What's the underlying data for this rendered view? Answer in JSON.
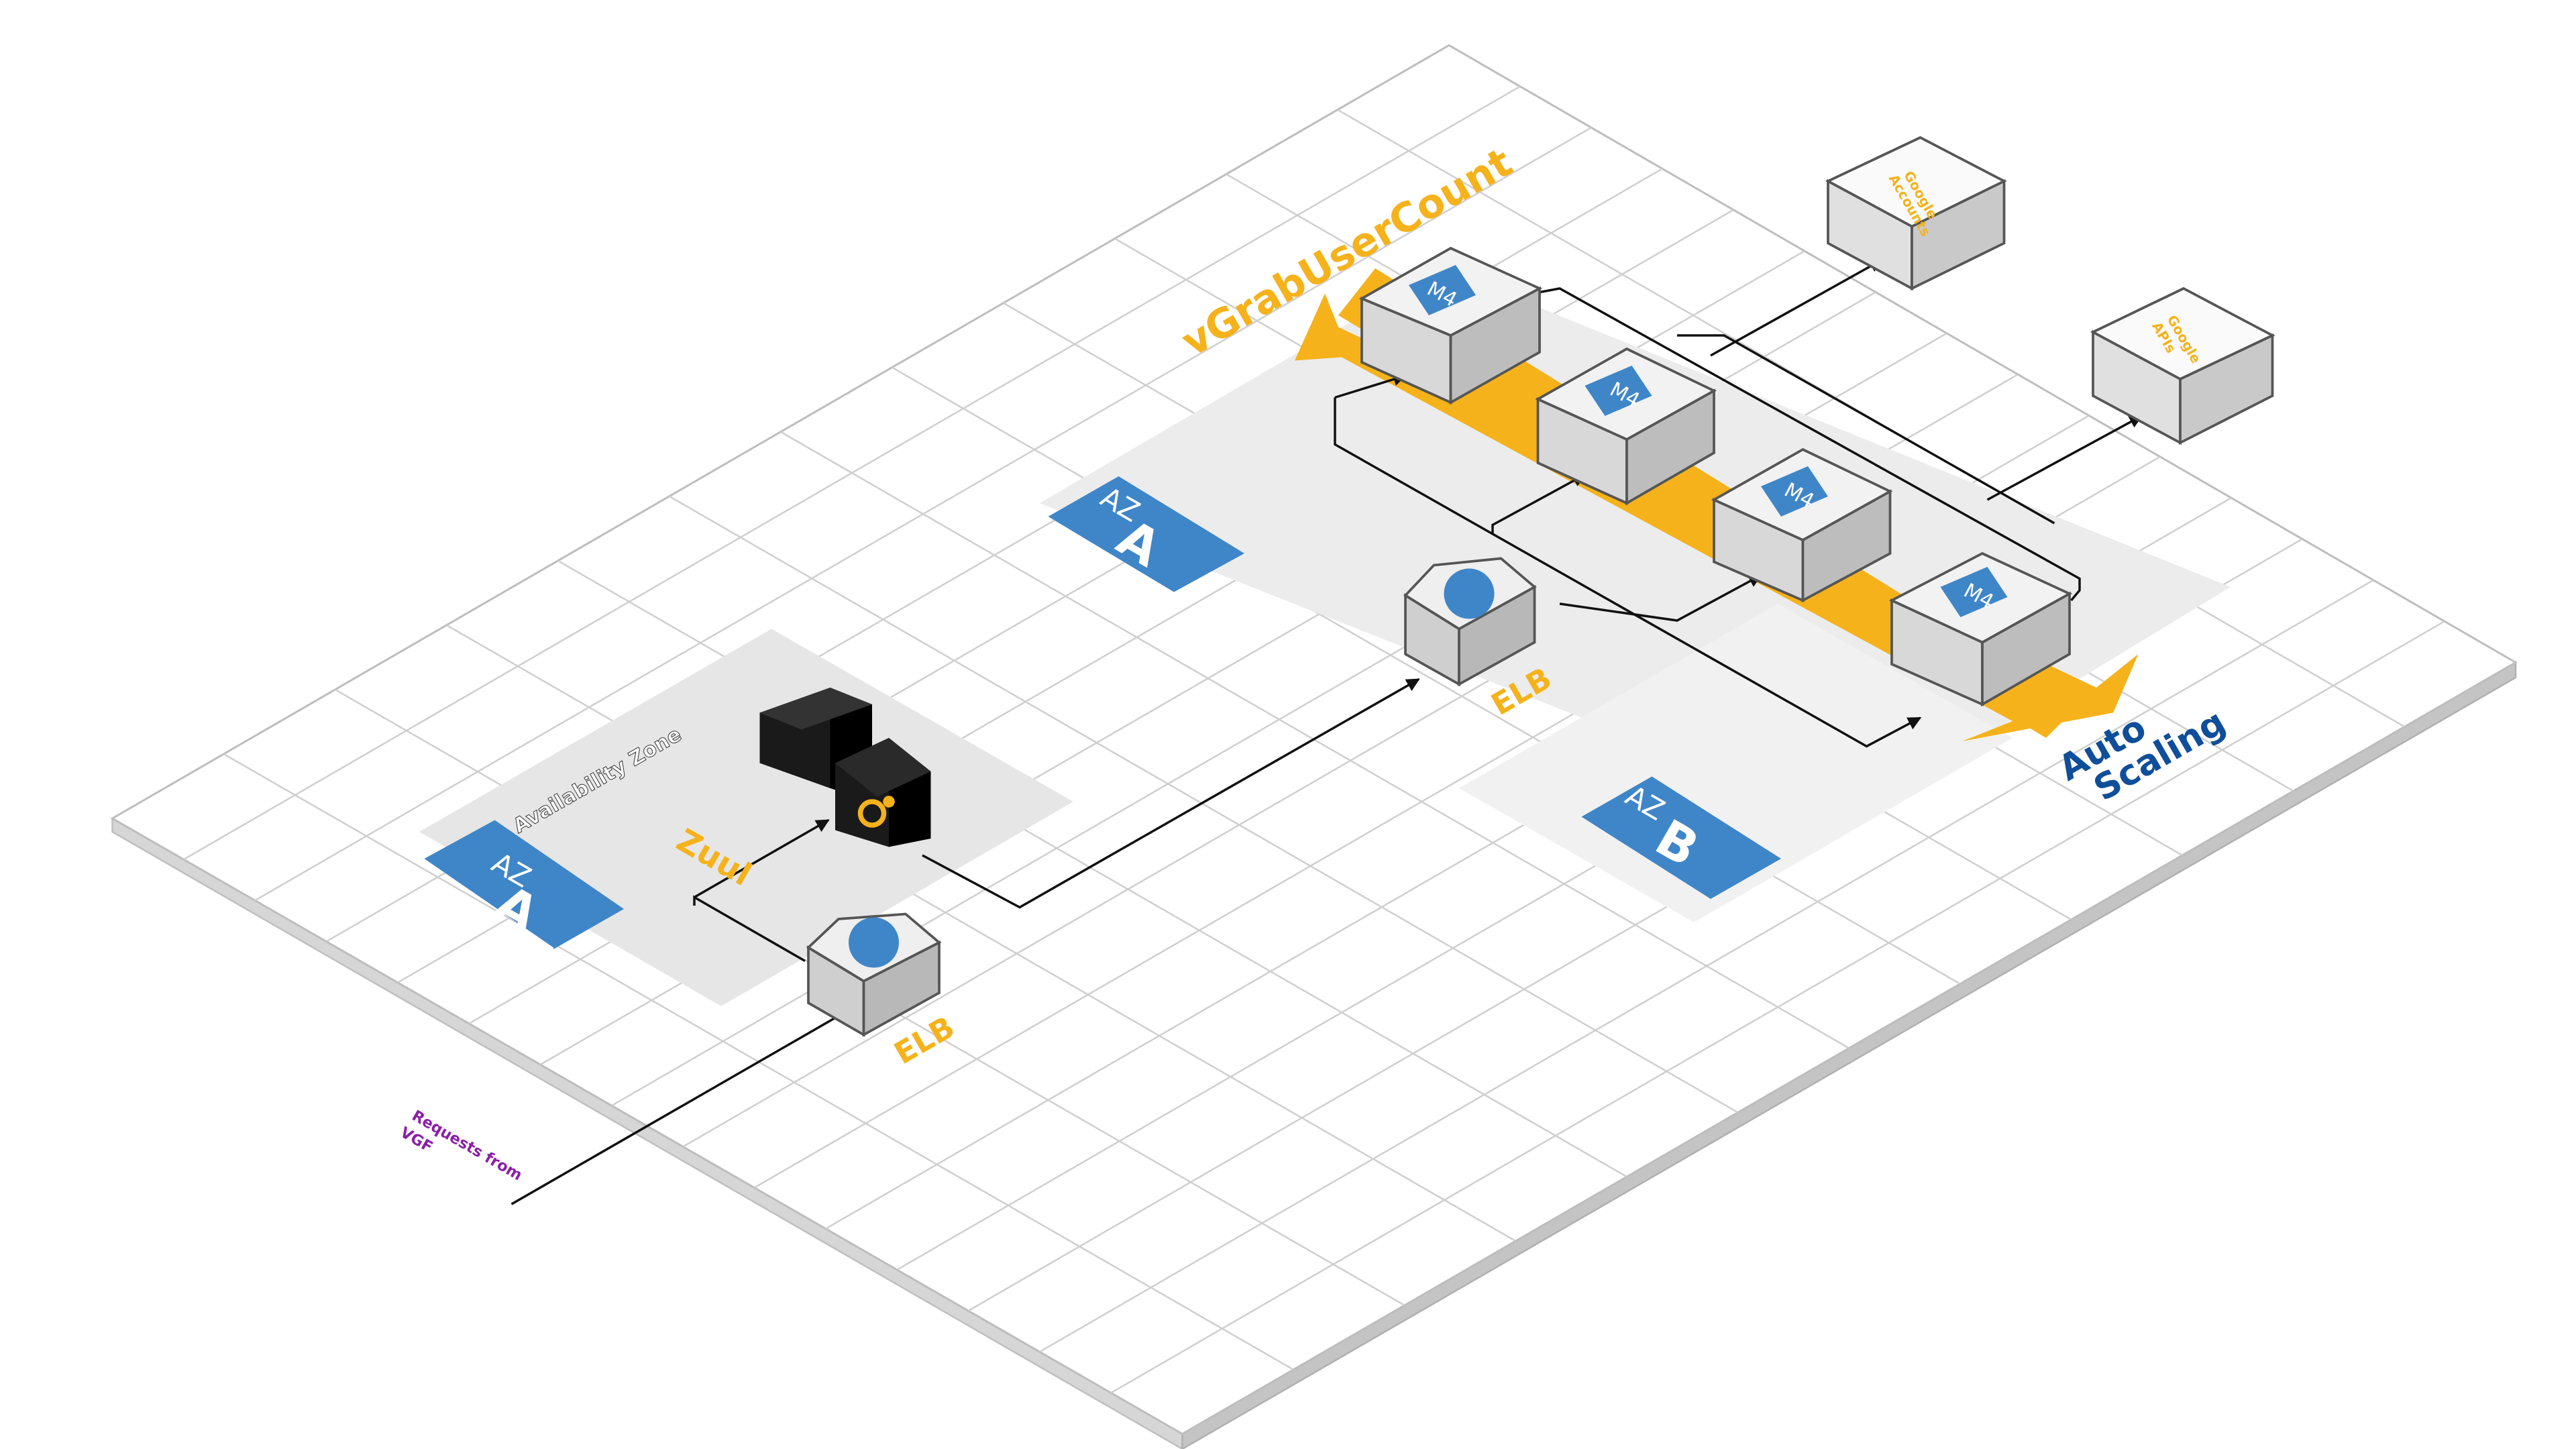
{
  "zones": {
    "az_label": "AZ",
    "zone_a_left": "A",
    "zone_a_top": "A",
    "zone_b": "B"
  },
  "labels": {
    "availability_zone": "Availability Zone",
    "zuul": "Zuul",
    "elb_left": "ELB",
    "elb_center": "ELB",
    "vgrab": "vGrabUserCount",
    "auto_line1": "Auto",
    "auto_line2": "Scaling",
    "requests_line1": "Requests from",
    "requests_line2": "VGF"
  },
  "nodes": {
    "m4_1": "M4",
    "m4_2": "M4",
    "m4_3": "M4",
    "m4_4": "M4",
    "google_accounts_line1": "Google",
    "google_accounts_line2": "Accounts",
    "google_apis_line1": "Google",
    "google_apis_line2": "APIs"
  },
  "colors": {
    "orange": "#F5B21B",
    "blue": "#3F86C8",
    "dark_blue": "#0F4E9A",
    "purple": "#8B1FA8",
    "grid_line": "#CCCCCC",
    "zone_shade": "#E6E6E6"
  }
}
